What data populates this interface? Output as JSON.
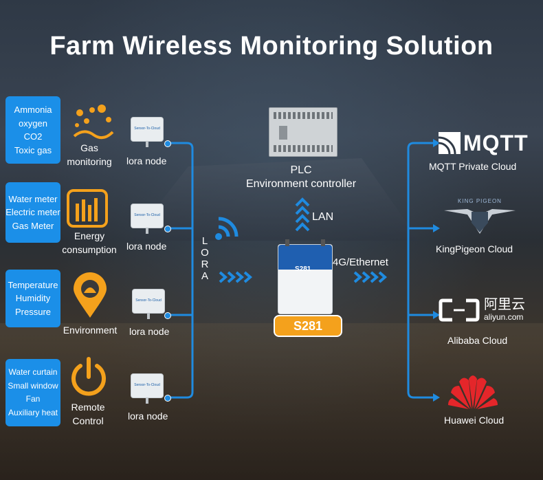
{
  "title": "Farm Wireless Monitoring Solution",
  "sensors": [
    {
      "lines": [
        "Ammonia",
        "oxygen",
        "CO2",
        "Toxic gas"
      ],
      "label": [
        "Gas",
        "monitoring"
      ],
      "icon": "gas-bubbles-icon",
      "node_label": "lora node"
    },
    {
      "lines": [
        "Water meter",
        "Electric meter",
        "Gas Meter"
      ],
      "label": [
        "Energy",
        "consumption"
      ],
      "icon": "bar-chart-icon",
      "node_label": "lora node"
    },
    {
      "lines": [
        "Temperature",
        "Humidity",
        "Pressure"
      ],
      "label": [
        "Environment"
      ],
      "icon": "location-pin-icon",
      "node_label": "lora node"
    },
    {
      "lines": [
        "Water curtain",
        "Small window",
        "Fan",
        "Auxiliary heat"
      ],
      "label": [
        "Remote",
        "Control"
      ],
      "icon": "power-icon",
      "node_label": "lora node"
    }
  ],
  "lora_label": [
    "L",
    "O",
    "R",
    "A"
  ],
  "plc": {
    "line1": "PLC",
    "line2": "Environment controller"
  },
  "lan_label": "LAN",
  "uplink_label": "4G/Ethernet",
  "gateway": {
    "model": "S281",
    "tag": "S281"
  },
  "node_brand": "Sensor-To-Cloud",
  "clouds": [
    {
      "logo": "MQTT",
      "label": "MQTT Private Cloud",
      "icon": "mqtt-logo-icon"
    },
    {
      "logo": "KING PIGEON",
      "label": "KingPigeon Cloud",
      "icon": "king-pigeon-logo-icon"
    },
    {
      "logo_cn": "阿里云",
      "logo_en": "aliyun.com",
      "label": "Alibaba Cloud",
      "icon": "aliyun-logo-icon"
    },
    {
      "label": "Huawei Cloud",
      "icon": "huawei-logo-icon"
    }
  ],
  "colors": {
    "accent_blue": "#1b8fe8",
    "orange": "#f4a11c",
    "line_blue": "#1f8be0"
  }
}
